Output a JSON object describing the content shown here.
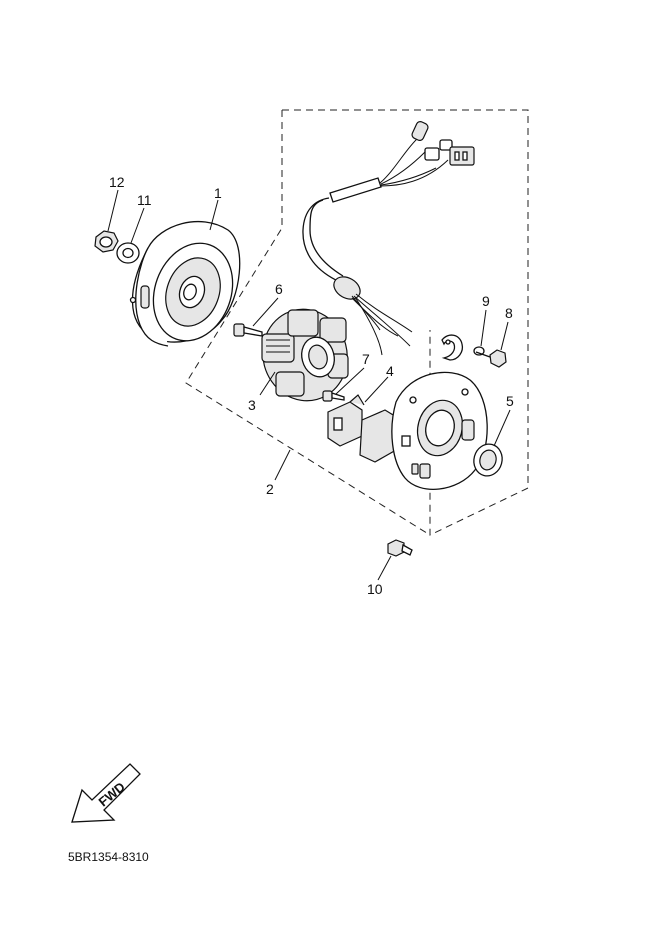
{
  "callouts": {
    "p1": "1",
    "p2": "2",
    "p3": "3",
    "p4": "4",
    "p5": "5",
    "p6": "6",
    "p7": "7",
    "p8": "8",
    "p9": "9",
    "p10": "10",
    "p11": "11",
    "p12": "12"
  },
  "direction_badge": "FWD",
  "diagram_code": "5BR1354-8310"
}
